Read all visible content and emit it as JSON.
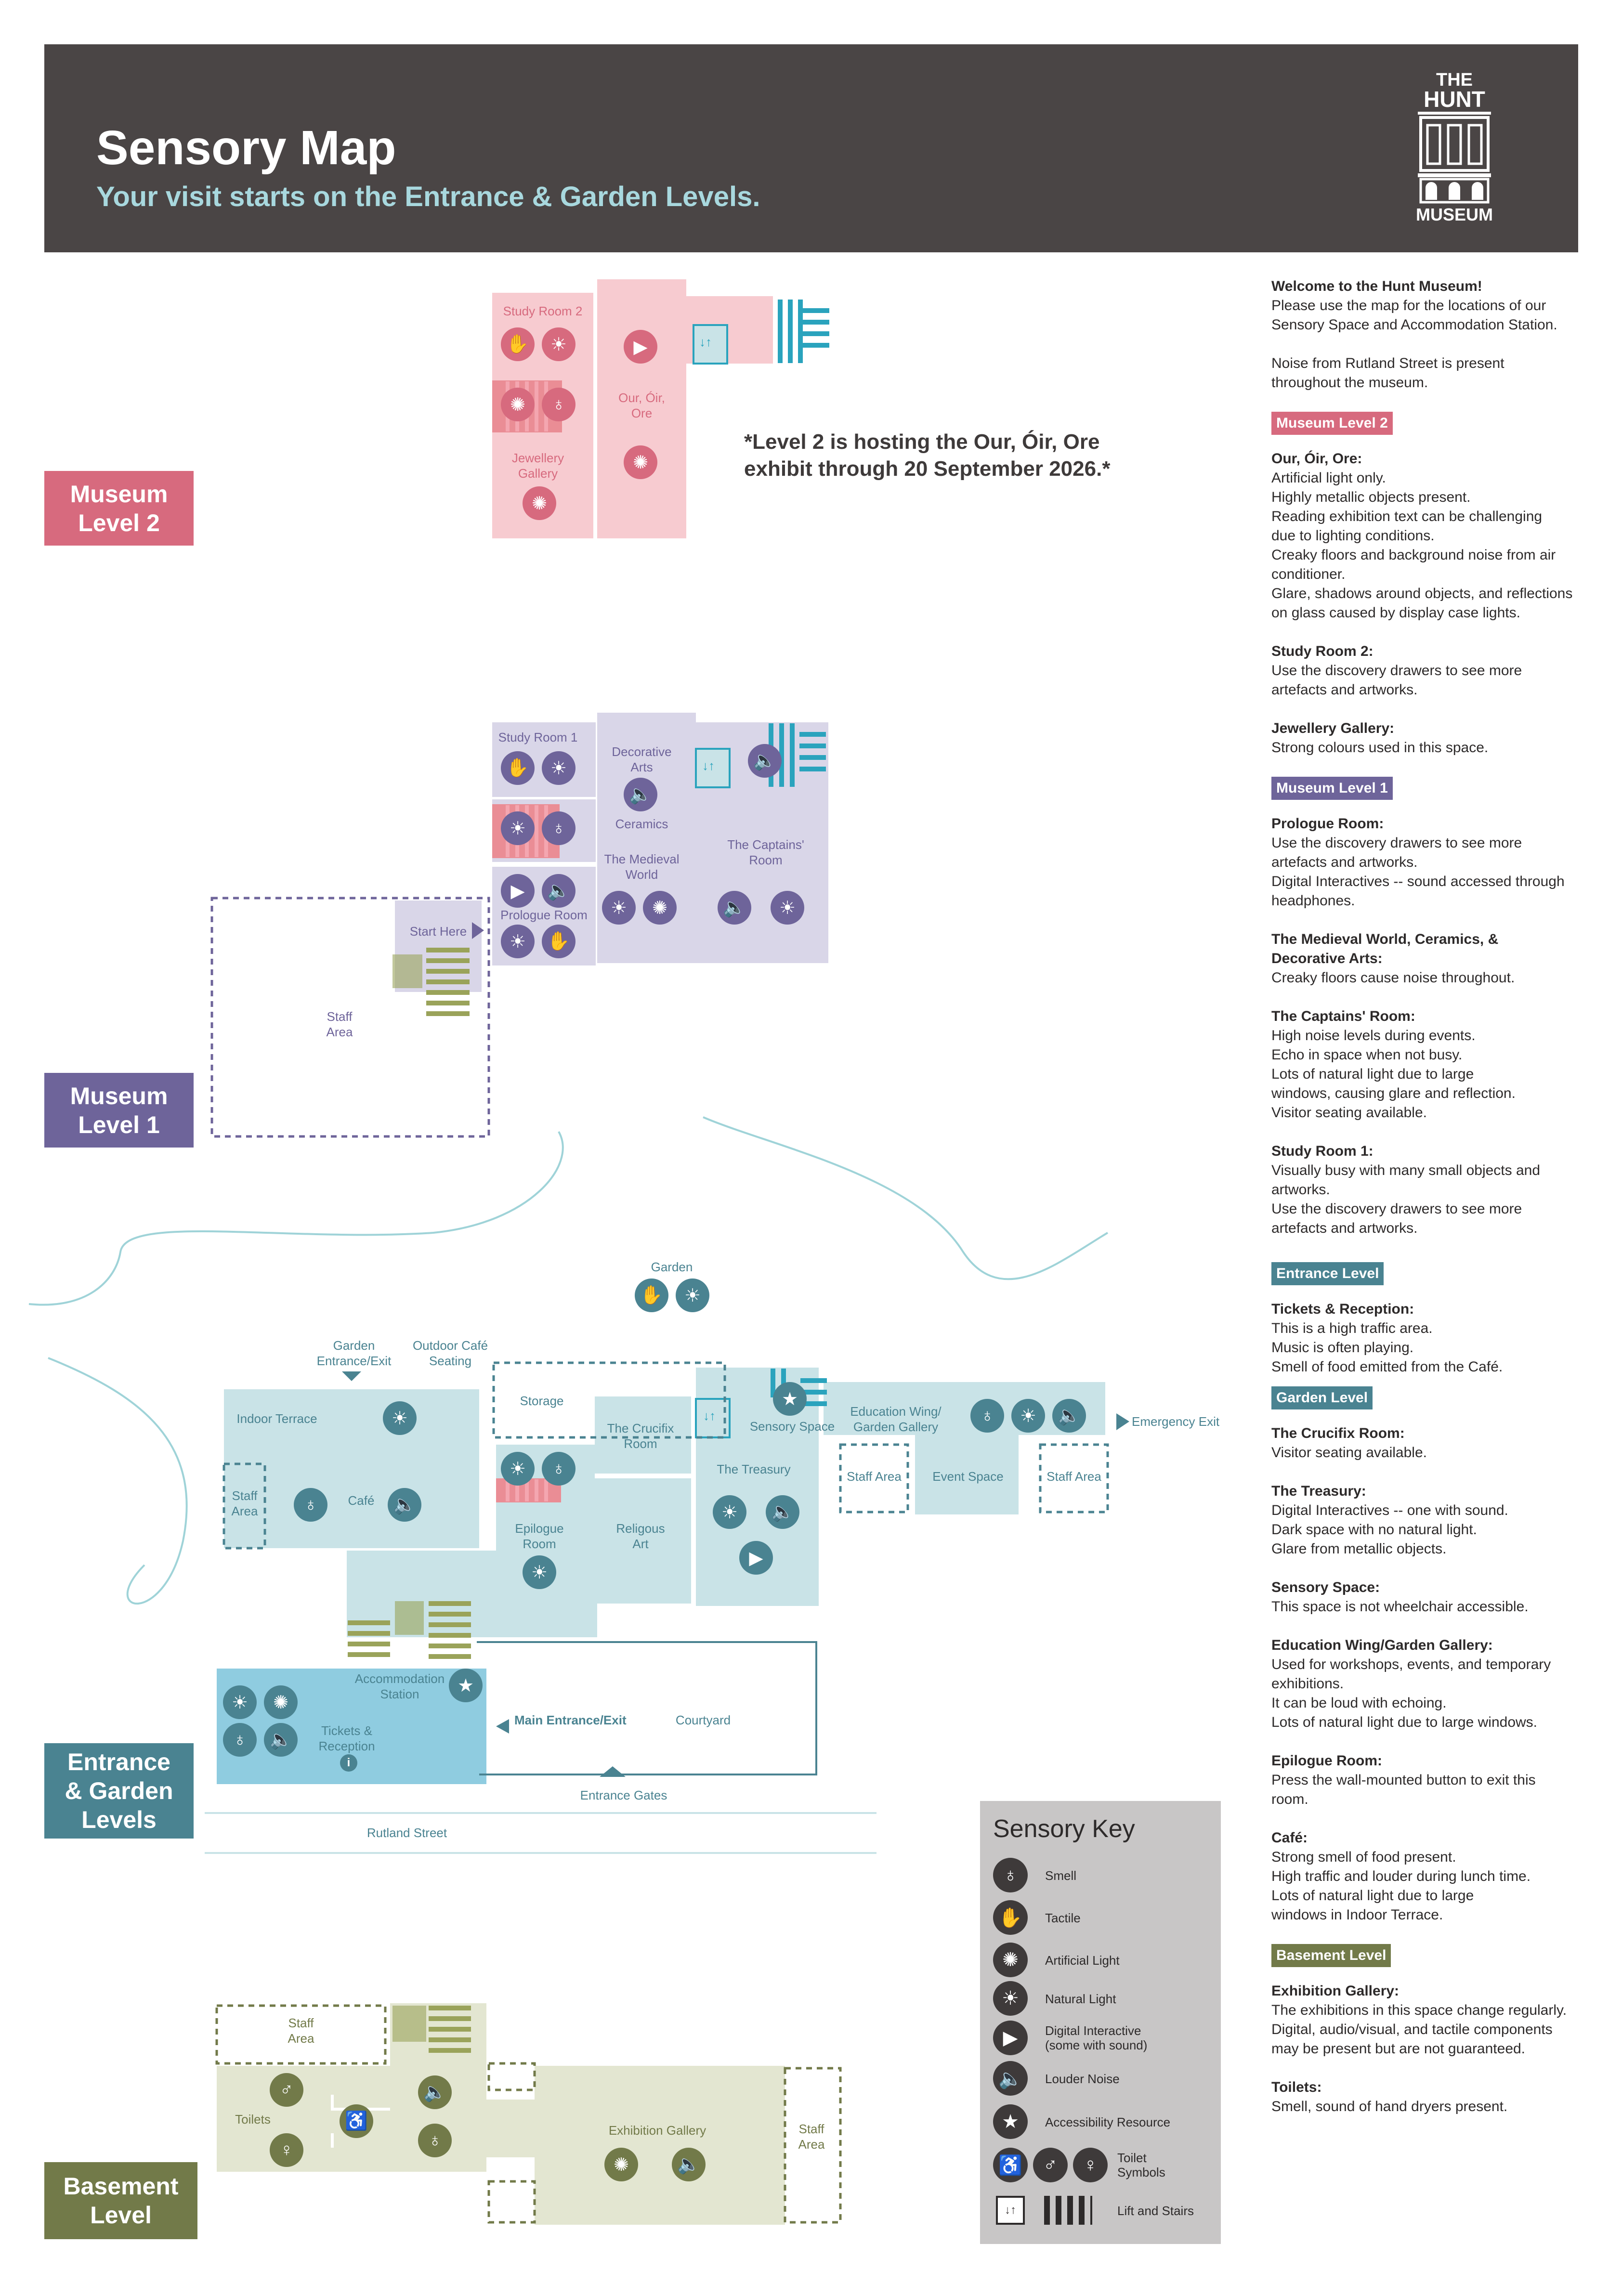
{
  "header": {
    "title": "Sensory Map",
    "subtitle": "Your visit starts on the Entrance & Garden Levels.",
    "logo_top": "THE",
    "logo_mid": "HUNT",
    "logo_bottom": "MUSEUM"
  },
  "levels": {
    "level2": "Museum\nLevel 2",
    "level1": "Museum\nLevel 1",
    "entrance": "Entrance\n& Garden\nLevels",
    "basement": "Basement\nLevel"
  },
  "colors": {
    "header_bg": "#4a4545",
    "level2": "#d76a7e",
    "level1": "#6e649a",
    "entrance": "#4a8391",
    "basement": "#727a49",
    "level2_room": "#f7cbd0",
    "level1_room": "#d9d6e8",
    "entrance_room": "#c9e3e7",
    "accommodation": "#8fcce0",
    "basement_room": "#e3e6d1",
    "stairs_teal": "#2aa3bd",
    "stairs_olive": "#9aa35a",
    "icon_l2": "#d76a7e",
    "icon_l1": "#6e649a",
    "icon_entrance": "#4a8391",
    "icon_basement": "#727a49"
  },
  "level2_note": "*Level 2 is hosting the Our, Óir, Ore\nexhibit through 20 September 2026.*",
  "map_labels": {
    "study_room_2": "Study Room 2",
    "our_oir_ore": "Our, Óir,\nOre",
    "jewellery_gallery": "Jewellery\nGallery",
    "study_room_1": "Study Room 1",
    "decorative_arts": "Decorative\nArts",
    "ceramics": "Ceramics",
    "medieval_world": "The Medieval\nWorld",
    "captains_room": "The Captains'\nRoom",
    "prologue_room": "Prologue Room",
    "start_here": "Start Here",
    "staff_area_l1": "Staff\nArea",
    "garden": "Garden",
    "garden_entrance_exit": "Garden\nEntrance/Exit",
    "outdoor_cafe": "Outdoor Café\nSeating",
    "storage": "Storage",
    "indoor_terrace": "Indoor Terrace",
    "crucifix_room": "The Crucifix\nRoom",
    "sensory_space": "Sensory Space",
    "education_wing": "Education Wing/\nGarden Gallery",
    "emergency_exit": "Emergency Exit",
    "staff_area_cafe": "Staff\nArea",
    "cafe": "Café",
    "treasury": "The Treasury",
    "staff_area_e1": "Staff Area",
    "event_space": "Event Space",
    "staff_area_e2": "Staff Area",
    "epilogue_room": "Epilogue\nRoom",
    "religious_art": "Religous\nArt",
    "accommodation_station": "Accommodation\nStation",
    "tickets_reception": "Tickets &\nReception",
    "main_entrance": "Main Entrance/Exit",
    "courtyard": "Courtyard",
    "entrance_gates": "Entrance Gates",
    "rutland_street": "Rutland Street",
    "staff_area_b": "Staff\nArea",
    "toilets": "Toilets",
    "exhibition_gallery": "Exhibition Gallery",
    "staff_area_b2": "Staff\nArea"
  },
  "info": {
    "welcome": "Welcome to the Hunt Museum!",
    "welcome_body": "Please use the map for the locations of our\nSensory Space and Accommodation Station.",
    "noise": "Noise from Rutland Street is present\nthroughout the museum.",
    "tag_l2": "Museum Level 2",
    "our_title": "Our, Óir, Ore:",
    "our_body": "Artificial light only.\nHighly metallic objects present.\nReading exhibition text can be challenging\ndue to lighting conditions.\nCreaky floors and background noise from air\nconditioner.\nGlare, shadows around objects, and reflections\non glass caused by display case lights.",
    "sr2_title": "Study Room 2:",
    "sr2_body": "Use the discovery drawers to see more\nartefacts and artworks.",
    "jg_title": "Jewellery Gallery:",
    "jg_body": "Strong colours used in this space.",
    "tag_l1": "Museum Level 1",
    "pro_title": "Prologue Room:",
    "pro_body": "Use the discovery drawers to see more\nartefacts and artworks.\nDigital Interactives -- sound accessed through\nheadphones.",
    "med_title": "The Medieval World, Ceramics, &\nDecorative Arts:",
    "med_body": "Creaky floors cause noise throughout.",
    "cap_title": "The Captains' Room:",
    "cap_body": "High noise levels during events.\nEcho in space when not busy.\nLots of natural light due to large\nwindows, causing glare and reflection.\nVisitor seating available.",
    "sr1_title": "Study Room 1:",
    "sr1_body": "Visually busy with many small objects and\nartworks.\nUse the discovery drawers to see more\nartefacts and artworks.",
    "tag_entrance": "Entrance Level",
    "tix_title": "Tickets & Reception:",
    "tix_body": "This is a high traffic area.\nMusic is often playing.\nSmell of food emitted from the Café.",
    "tag_garden": "Garden Level",
    "cru_title": "The Crucifix Room:",
    "cru_body": "Visitor seating available.",
    "tre_title": "The Treasury:",
    "tre_body": "Digital Interactives -- one with sound.\nDark space with no natural light.\nGlare from metallic objects.",
    "sen_title": "Sensory Space:",
    "sen_body": "This space is not wheelchair accessible.",
    "edu_title": "Education Wing/Garden Gallery:",
    "edu_body": "Used for workshops, events, and temporary\nexhibitions.\nIt can be loud with echoing.\nLots of natural light due to large windows.",
    "epi_title": "Epilogue Room:",
    "epi_body": "Press the wall-mounted button to exit this\nroom.",
    "cafe_title": "Café:",
    "cafe_body": "Strong smell of food present.\nHigh traffic and louder during lunch time.\nLots of natural light due to large\nwindows in Indoor Terrace.",
    "tag_basement": "Basement Level",
    "exh_title": "Exhibition Gallery:",
    "exh_body": "The exhibitions in this space change regularly.\nDigital, audio/visual, and tactile components\nmay be present but are not guaranteed.",
    "toi_title": "Toilets:",
    "toi_body": "Smell, sound of hand dryers present."
  },
  "key": {
    "title": "Sensory Key",
    "items": [
      "Smell",
      "Tactile",
      "Artificial Light",
      "Natural Light",
      "Digital Interactive\n(some with sound)",
      "Louder Noise",
      "Accessibility Resource",
      "Toilet\nSymbols",
      "Lift and Stairs"
    ]
  },
  "icons": {
    "smell": "nose-icon",
    "tactile": "hand-icon",
    "artificial_light": "bulb-icon",
    "natural_light": "sun-icon",
    "digital": "play-icon",
    "noise": "speaker-icon",
    "accessibility": "star-icon",
    "toilet": "toilet-icon",
    "lift": "lift-icon"
  }
}
